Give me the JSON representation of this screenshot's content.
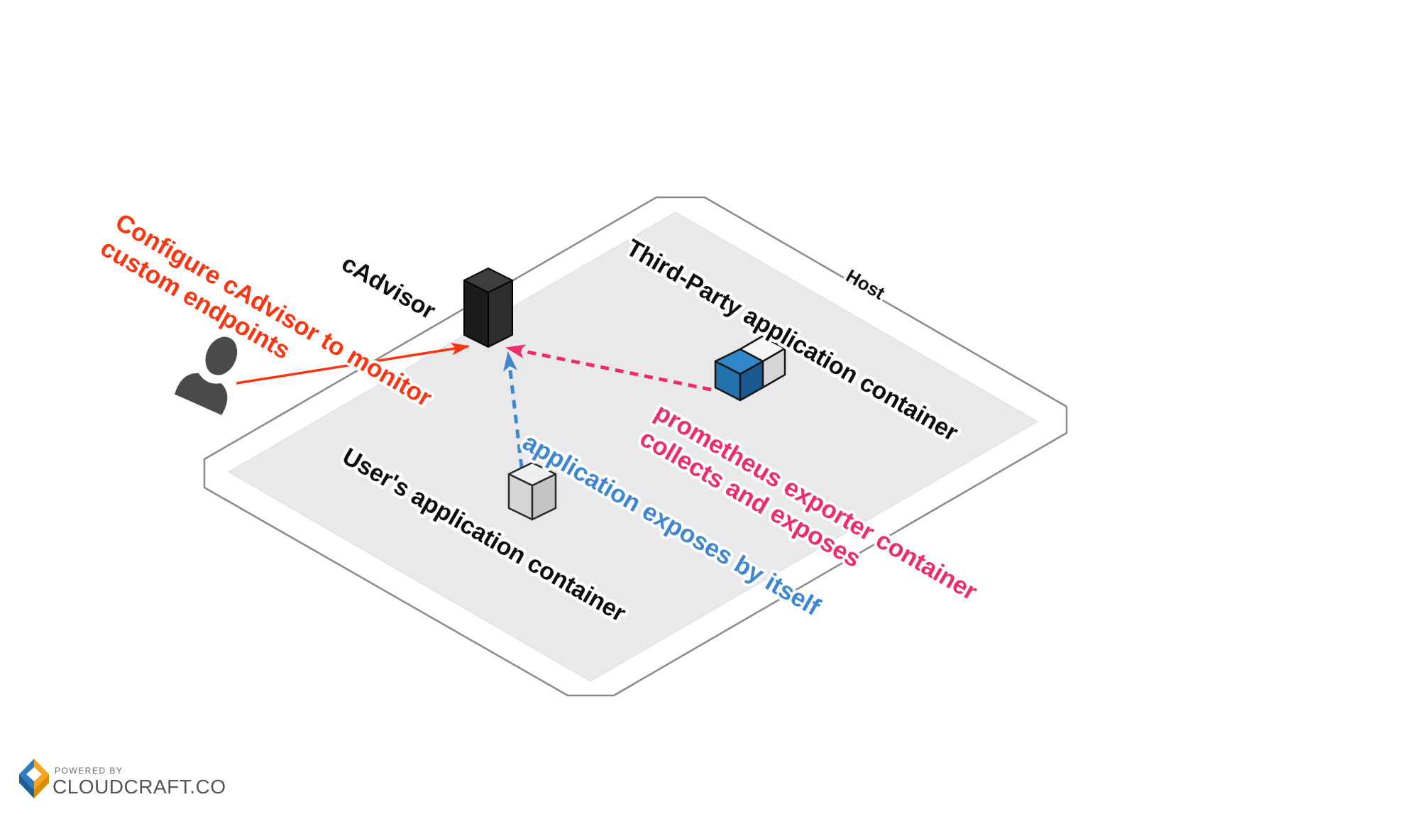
{
  "diagram": {
    "host_label": "Host",
    "cadvisor_label": "cAdvisor",
    "third_party_label": "Third-Party application container",
    "users_label": "User's application container"
  },
  "annotations": {
    "configure": {
      "line1": "Configure cAdvisor to monitor",
      "line2": "custom endpoints",
      "color": "#fa3512"
    },
    "prometheus": {
      "line1": "prometheus exporter container",
      "line2": "collects and exposes",
      "color": "#ee2d68"
    },
    "self_expose": {
      "text": "application exposes by itself",
      "color": "#3e86d0"
    }
  },
  "footer": {
    "powered_by": "POWERED BY",
    "brand": "CLOUDCRAFT.CO"
  },
  "colors": {
    "host_surface": "#e9e9eb",
    "host_outline": "#8a8a8a",
    "cadvisor_box": "#1f1f1f",
    "container_blue": "#2f84c7",
    "container_white": "#f2f2f2",
    "person": "#4a4a4a",
    "logo_blue": "#2e7dbf",
    "logo_yellow": "#f6a41f"
  }
}
